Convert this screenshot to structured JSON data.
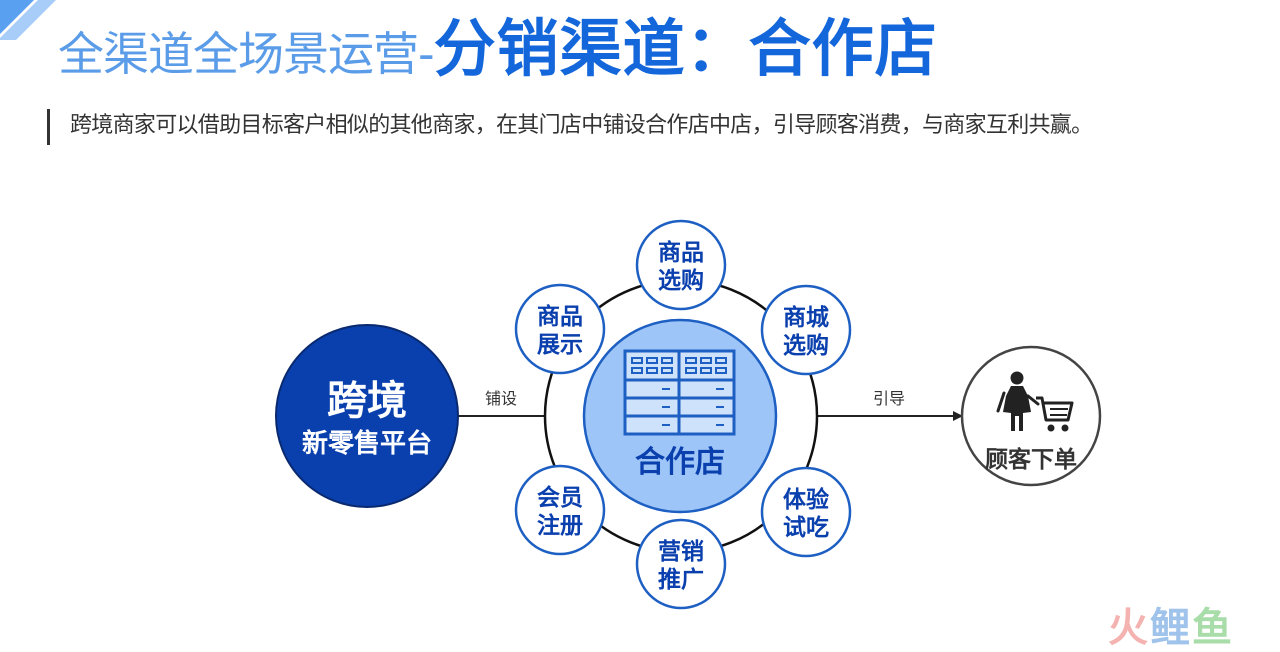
{
  "title": {
    "light": "全渠道全场景运营-",
    "bold": "分销渠道：合作店"
  },
  "subtitle": "跨境商家可以借助目标客户相似的其他商家，在其门店中铺设合作店中店，引导顾客消费，与商家互利共赢。",
  "diagram": {
    "source": {
      "line1": "跨境",
      "line2": "新零售平台"
    },
    "left_edge_label": "铺设",
    "right_edge_label": "引导",
    "center": {
      "label": "合作店",
      "icon": "store-shelves-icon"
    },
    "satellites": [
      {
        "line1": "商品",
        "line2": "选购"
      },
      {
        "line1": "商城",
        "line2": "选购"
      },
      {
        "line1": "体验",
        "line2": "试吃"
      },
      {
        "line1": "营销",
        "line2": "推广"
      },
      {
        "line1": "会员",
        "line2": "注册"
      },
      {
        "line1": "商品",
        "line2": "展示"
      }
    ],
    "target": {
      "label": "顾客下单",
      "icon": "shopper-with-cart-icon"
    }
  },
  "logo": {
    "chars": [
      "火",
      "鲤",
      "鱼"
    ]
  },
  "colors": {
    "title_light": "#5b9ce8",
    "title_bold": "#1466db",
    "source_fill": "#0a3fae",
    "satellite_text": "#0a3fae",
    "satellite_border": "#1d5fc2",
    "center_fill": "#9ec5f7",
    "center_border": "#1d5fc2",
    "target_border": "#444444"
  }
}
